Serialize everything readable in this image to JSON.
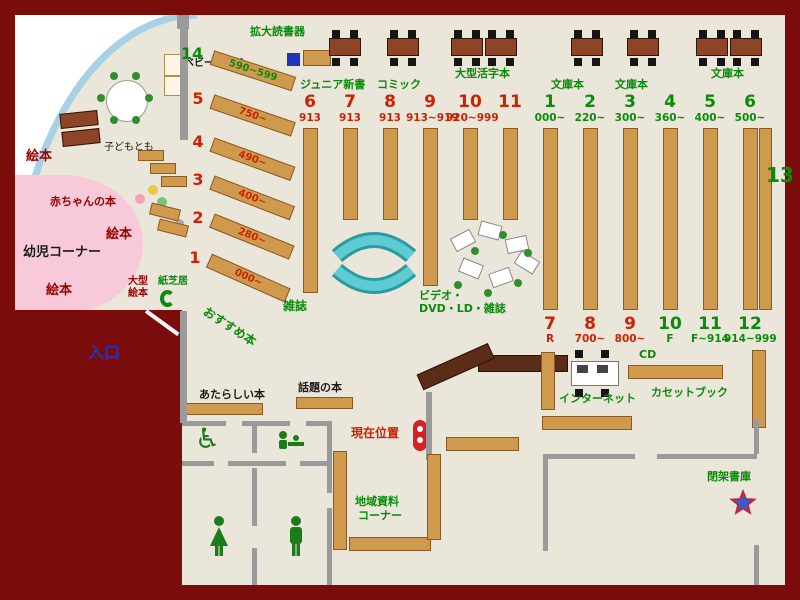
{
  "colors": {
    "wall": "#7a0c0c",
    "floor": "#eae6da",
    "shelf": "#d09a4e",
    "shelf_border": "#8a5a25",
    "red_text": "#cc2200",
    "green_text": "#0b8a0b",
    "dark_red_text": "#990000",
    "blue_text": "#1a35c8",
    "pink_area": "#f8c9d8",
    "arc_wall": "#a8d2e4",
    "sofa_outer": "#2d9aa0",
    "sofa_inner": "#5ecdd3",
    "counter": "#5a2d18",
    "table_brown": "#8e4527",
    "wall_gray": "#9a9a9a",
    "marker_red": "#d42222",
    "device_blue": "#2233bb",
    "icon_green": "#1c7c1c"
  },
  "top_area": {
    "magnifier_label": "拡大読書器",
    "baby_bed_label": "ベビーベッド",
    "categories": [
      "ジュニア新書",
      "コミック",
      "大型活字本",
      "文庫本",
      "文庫本",
      "文庫本"
    ]
  },
  "children_area": {
    "picture_books": "絵本",
    "baby_books": "赤ちゃんの本",
    "toddler_corner": "幼児コーナー",
    "kodomo_tomo": "子どもとも",
    "large_picture_books": "大型絵本",
    "kamishibai": "紙芝居",
    "recommended": "おすすめ本"
  },
  "diagonal_shelves": [
    {
      "num": "14",
      "range": "590~599",
      "color": "green"
    },
    {
      "num": "5",
      "range": "750~",
      "color": "red"
    },
    {
      "num": "4",
      "range": "490~",
      "color": "red"
    },
    {
      "num": "3",
      "range": "400~",
      "color": "red"
    },
    {
      "num": "2",
      "range": "280~",
      "color": "red"
    },
    {
      "num": "1",
      "range": "000~",
      "color": "red"
    }
  ],
  "red_section": [
    {
      "num": "6",
      "range": "913",
      "color": "red"
    },
    {
      "num": "7",
      "range": "913",
      "color": "red"
    },
    {
      "num": "8",
      "range": "913",
      "color": "red"
    },
    {
      "num": "9",
      "range": "913~919",
      "color": "red"
    },
    {
      "num": "10",
      "range": "920~999",
      "color": "red"
    },
    {
      "num": "11",
      "range": "",
      "color": "red"
    }
  ],
  "green_section": [
    {
      "num": "1",
      "range": "000~",
      "color": "green"
    },
    {
      "num": "2",
      "range": "220~",
      "color": "green"
    },
    {
      "num": "3",
      "range": "300~",
      "color": "green"
    },
    {
      "num": "4",
      "range": "360~",
      "color": "green"
    },
    {
      "num": "5",
      "range": "400~",
      "color": "green"
    },
    {
      "num": "6",
      "range": "500~",
      "color": "green"
    }
  ],
  "south_row": [
    {
      "num": "7",
      "range": "R",
      "color": "red"
    },
    {
      "num": "8",
      "range": "700~",
      "color": "red"
    },
    {
      "num": "9",
      "range": "800~",
      "color": "red"
    },
    {
      "num": "10",
      "range": "F",
      "color": "green"
    },
    {
      "num": "11",
      "range": "F~914",
      "color": "green"
    },
    {
      "num": "12",
      "range": "914~999",
      "color": "green"
    }
  ],
  "shelf_13": "13",
  "center_labels": {
    "magazines": "雑誌",
    "video_line1": "ビデオ・",
    "video_line2": "DVD・LD・雑誌"
  },
  "service_area": {
    "cd": "CD",
    "internet": "インターネット",
    "cassette_books": "カセットブック",
    "current_location": "現在位置"
  },
  "south_area": {
    "new_books": "あたらしい本",
    "topic_books": "話題の本",
    "local_materials_line1": "地域資料",
    "local_materials_line2": "コーナー",
    "closed_stacks": "閉架書庫",
    "entrance": "入口"
  }
}
